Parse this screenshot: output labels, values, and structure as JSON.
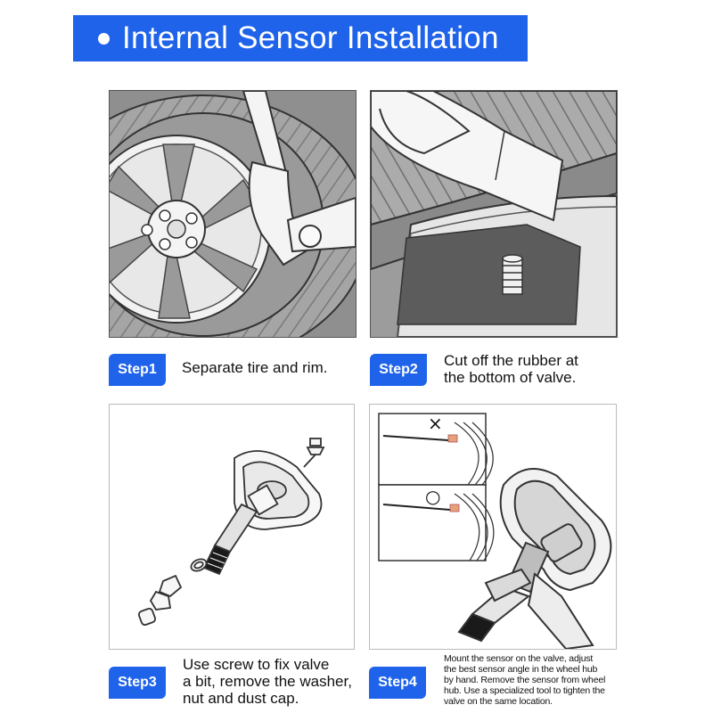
{
  "title": "Internal Sensor Installation",
  "steps": [
    {
      "badge": "Step1",
      "lines": [
        "Separate tire and rim."
      ]
    },
    {
      "badge": "Step2",
      "lines": [
        "Cut off the rubber at",
        "the bottom of valve."
      ]
    },
    {
      "badge": "Step3",
      "lines": [
        "Use screw to fix valve",
        "a bit, remove the washer,",
        "nut and dust cap."
      ]
    },
    {
      "badge": "Step4",
      "lines": [
        "Mount the sensor on the valve, adjust",
        "the best sensor angle in the wheel hub",
        "by hand. Remove the sensor from wheel",
        "hub. Use a specialized tool to tighten the",
        "valve on the same location."
      ]
    }
  ],
  "panel4": {
    "wrong_mark": "×",
    "right_mark": "○"
  },
  "colors": {
    "accent": "#1f63ea",
    "illustration_gray": "#a9a9a9"
  }
}
